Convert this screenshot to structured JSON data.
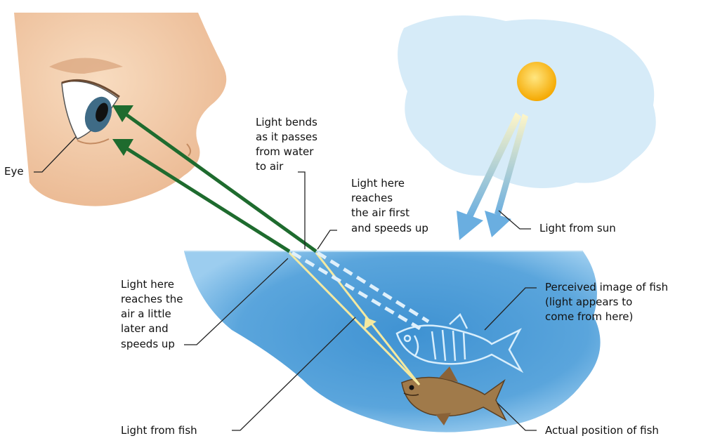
{
  "labels": {
    "eye": "Eye",
    "bend_1": "Light bends",
    "bend_2": "as it passes",
    "bend_3": "from water",
    "bend_4": "to air",
    "first_1": "Light here",
    "first_2": "reaches",
    "first_3": "the air first",
    "first_4": "and speeds up",
    "sun": "Light from sun",
    "later_1": "Light here",
    "later_2": "reaches the",
    "later_3": "air a little",
    "later_4": "later and",
    "later_5": "speeds up",
    "perceived_1": "Perceived image of fish",
    "perceived_2": "(light appears to",
    "perceived_3": "come from here)",
    "from_fish": "Light from fish",
    "actual": "Actual position of fish"
  },
  "colors": {
    "water": "#5aa5dc",
    "water_light": "#8cc4ea",
    "sky": "#d6ebf8",
    "sun": "#ffc81e",
    "sight_ray": "#1e6b2e",
    "fish_ray": "#f4e9a0",
    "skin": "#f3c9a2",
    "fish_body": "#a07a4a"
  }
}
